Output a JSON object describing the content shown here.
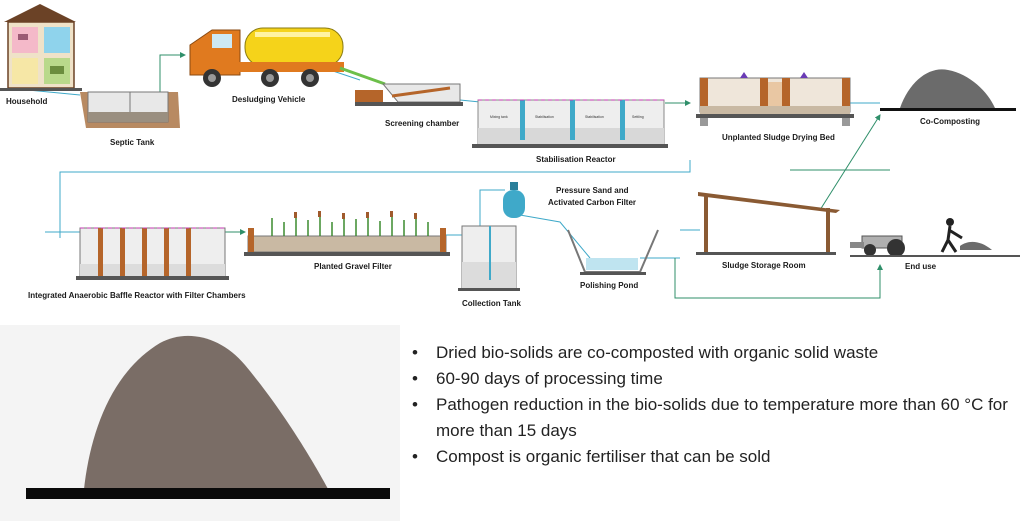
{
  "labels": {
    "household": "Household",
    "septic_tank": "Septic Tank",
    "desludging_vehicle": "Desludging Vehicle",
    "screening_chamber": "Screening chamber",
    "stabilisation_reactor": "Stabilisation Reactor",
    "sludge_drying_bed": "Unplanted Sludge Drying Bed",
    "co_composting": "Co-Composting",
    "baffle_reactor": "Integrated Anaerobic Baffle Reactor with Filter Chambers",
    "planted_gravel_filter": "Planted Gravel Filter",
    "collection_tank": "Collection Tank",
    "pressure_filter_line1": "Pressure Sand and",
    "pressure_filter_line2": "Activated Carbon Filter",
    "polishing_pond": "Polishing Pond",
    "sludge_storage_room": "Sludge Storage Room",
    "end_use": "End use"
  },
  "bullets": [
    "Dried bio-solids are co-composted with organic solid waste",
    "60-90 days of processing time",
    "Pathogen reduction in the bio-solids due to temperature more than 60 °C for more than 15 days",
    "Compost is organic fertiliser that can be sold"
  ],
  "colors": {
    "flow_line": "#3fa9c9",
    "flow_line_green": "#2f8f6a",
    "compost": "#7a6d66",
    "truck_yellow": "#f5d31a",
    "truck_orange": "#e07a1f",
    "brick": "#b5652a"
  }
}
